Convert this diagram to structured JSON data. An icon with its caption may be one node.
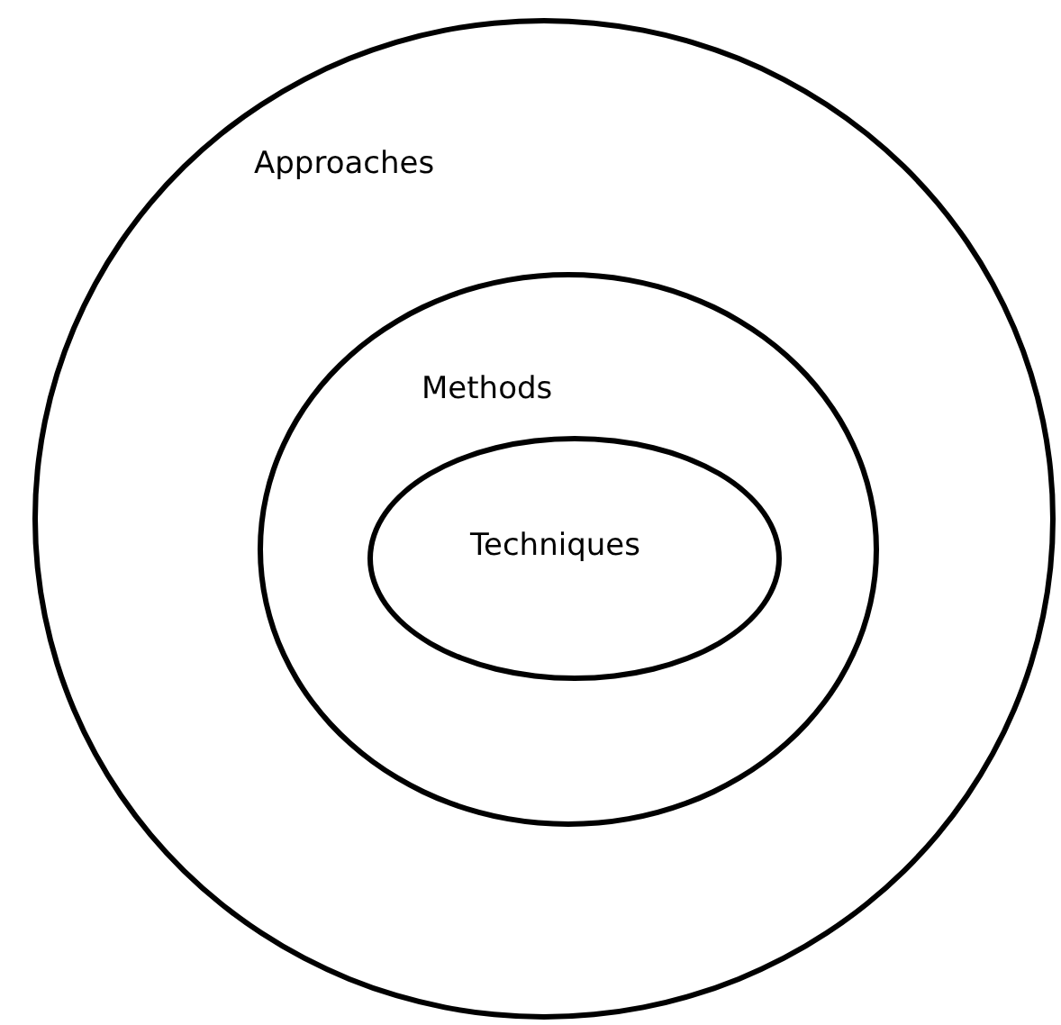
{
  "diagram": {
    "nodes": [
      {
        "text": [
          "Approaches"
        ]
      },
      {
        "text": [
          "Methods"
        ],
        "in": 0
      },
      {
        "text": [
          "Techniques"
        ],
        "in": 1
      }
    ]
  }
}
